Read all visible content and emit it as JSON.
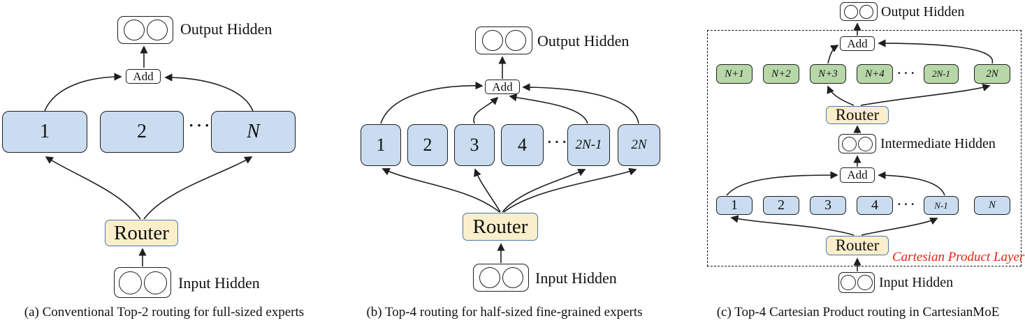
{
  "figure": {
    "type": "diagram",
    "topic": "Mixture-of-Experts routing architectures"
  },
  "colors": {
    "expert_blue_fill": "#C9DCF0",
    "expert_green_fill": "#B7D7A8",
    "router_fill": "#FBEECB",
    "router_border": "#4A77AE",
    "line_color": "#1f1f1f",
    "red_label_color": "#E42313"
  },
  "panels": {
    "a": {
      "caption": "(a)  Conventional Top-2 routing for full-sized experts",
      "output_hidden_label": "Output Hidden",
      "input_hidden_label": "Input Hidden",
      "add_label": "Add",
      "router_label": "Router",
      "ellipsis": "···",
      "experts": [
        "1",
        "2",
        "N"
      ]
    },
    "b": {
      "caption": "(b)  Top-4 routing for half-sized fine-grained experts",
      "output_hidden_label": "Output Hidden",
      "input_hidden_label": "Input Hidden",
      "add_label": "Add",
      "router_label": "Router",
      "ellipsis": "···",
      "experts": [
        "1",
        "2",
        "3",
        "4",
        "2N-1",
        "2N"
      ]
    },
    "c": {
      "caption": "(c)  Top-4 Cartesian Product routing in CartesianMoE",
      "output_hidden_label": "Output Hidden",
      "intermediate_hidden_label": "Intermediate Hidden",
      "input_hidden_label": "Input Hidden",
      "add_top_label": "Add",
      "add_bottom_label": "Add",
      "router_top_label": "Router",
      "router_bottom_label": "Router",
      "ellipsis_top": "···",
      "ellipsis_bottom": "···",
      "cartesian_label": "Cartesian Product Layer",
      "green_experts": [
        "N+1",
        "N+2",
        "N+3",
        "N+4",
        "2N-1",
        "2N"
      ],
      "blue_experts": [
        "1",
        "2",
        "3",
        "4",
        "N-1",
        "N"
      ]
    }
  }
}
